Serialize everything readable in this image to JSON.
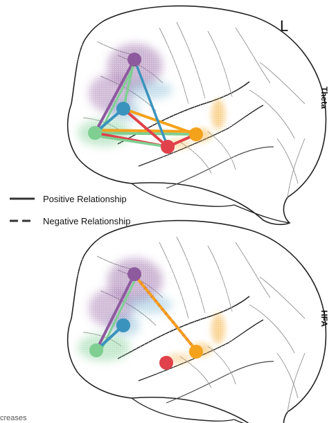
{
  "hemisphere_label": "L",
  "panels": [
    {
      "band": "Theta"
    },
    {
      "band": "HFA"
    }
  ],
  "legend": {
    "positive": "Positive Relationship",
    "negative": "Negative Relationship"
  },
  "footer_fragment": "creases",
  "colors": {
    "purple": "#8e5a9e",
    "blue": "#3a93bd",
    "green": "#7fcf92",
    "red": "#e0414b",
    "orange": "#f4a21c",
    "brain_outline": "#222222",
    "sulci": "#9a9a9a"
  }
}
